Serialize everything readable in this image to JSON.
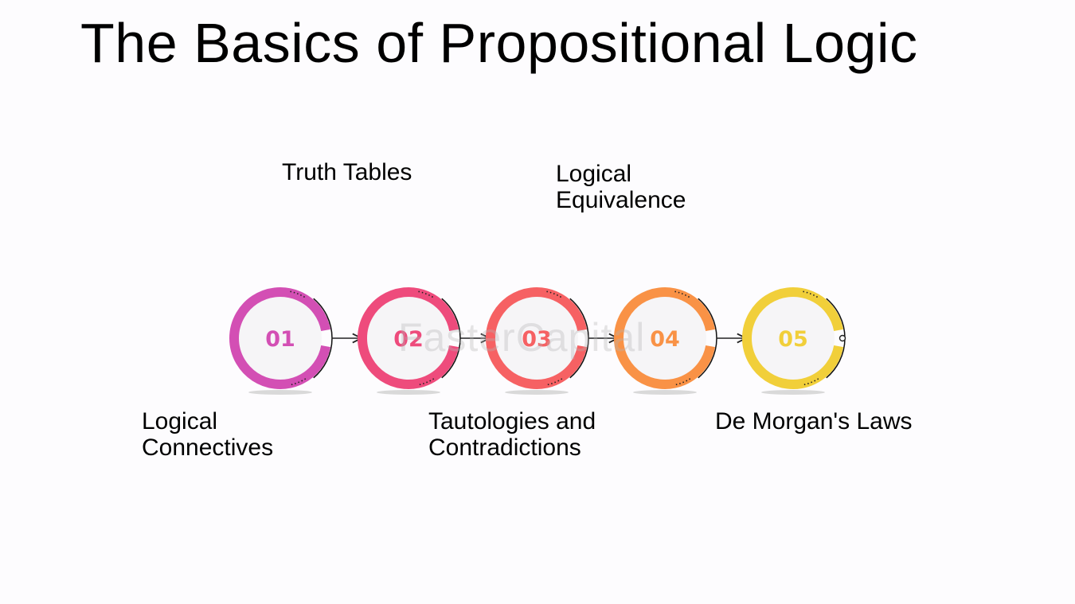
{
  "title": "The Basics of Propositional Logic",
  "steps": [
    {
      "number": "01",
      "label": "Logical\nConnectives",
      "color": "#d34fb4",
      "label_position": "below"
    },
    {
      "number": "02",
      "label": "Truth Tables",
      "color": "#ee4b7c",
      "label_position": "above"
    },
    {
      "number": "03",
      "label": "Tautologies and\nContradictions",
      "color": "#f66163",
      "label_position": "below"
    },
    {
      "number": "04",
      "label": "Logical\nEquivalence",
      "color": "#f99246",
      "label_position": "above"
    },
    {
      "number": "05",
      "label": "De Morgan's Laws",
      "color": "#f1cf3a",
      "label_position": "below"
    }
  ],
  "watermark": "FasterCapital"
}
